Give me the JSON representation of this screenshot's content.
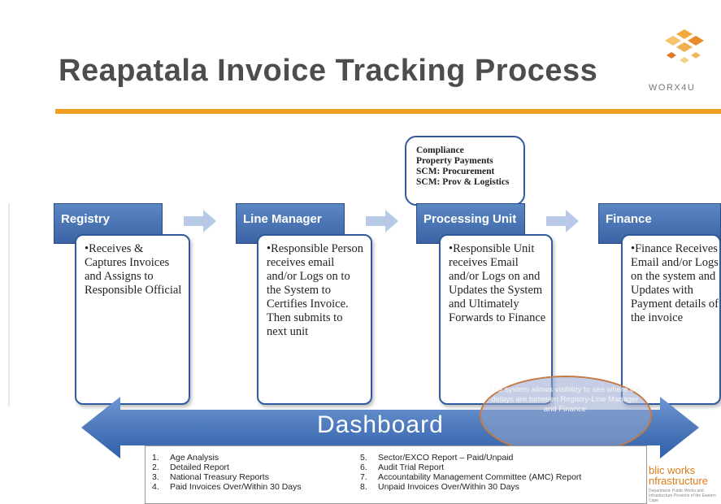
{
  "title": "Reapatala Invoice Tracking Process",
  "logo": {
    "text": "WORX4U"
  },
  "colors": {
    "accent_rule": "#f0a020",
    "stage_header": "#4a74b4",
    "dashboard": "#3a6ab4",
    "oval_border": "#c57a45"
  },
  "callout": {
    "lines": [
      "Compliance",
      "Property Payments",
      "SCM: Procurement",
      "SCM: Prov & Logistics"
    ]
  },
  "stages": [
    {
      "name": "Registry",
      "body": "Receives & Captures Invoices and Assigns to Responsible Official"
    },
    {
      "name": "Line Manager",
      "body": "Responsible Person receives email and/or Logs on to the System to Certifies Invoice. Then submits to next unit"
    },
    {
      "name": "Processing Unit",
      "body": "Responsible Unit receives Email and/or Logs on and Updates the System and Ultimately Forwards to Finance"
    },
    {
      "name": "Finance",
      "body": "Finance Receives Email and/or Logs on the system and Updates with Payment details of the invoice"
    }
  ],
  "dashboard": {
    "label": "Dashboard",
    "note": "The system allows visibility to see where the delays are between Registry-Line Manager and Finance"
  },
  "reports": [
    {
      "num": "1.",
      "label": "Age Analysis"
    },
    {
      "num": "2.",
      "label": "Detailed Report"
    },
    {
      "num": "3.",
      "label": "National Treasury Reports"
    },
    {
      "num": "4.",
      "label": "Paid Invoices Over/Within 30 Days"
    },
    {
      "num": "5.",
      "label": "Sector/EXCO Report – Paid/Unpaid"
    },
    {
      "num": "6.",
      "label": "Audit Trial Report"
    },
    {
      "num": "7.",
      "label": "Accountability Management Committee (AMC) Report"
    },
    {
      "num": "8.",
      "label": "Unpaid Invoices Over/Within 30 Days"
    }
  ],
  "brand": {
    "line1": "blic works",
    "line2": "nfrastructure",
    "small": "Department: Public Works and Infrastructure Province of the Eastern Cape"
  }
}
